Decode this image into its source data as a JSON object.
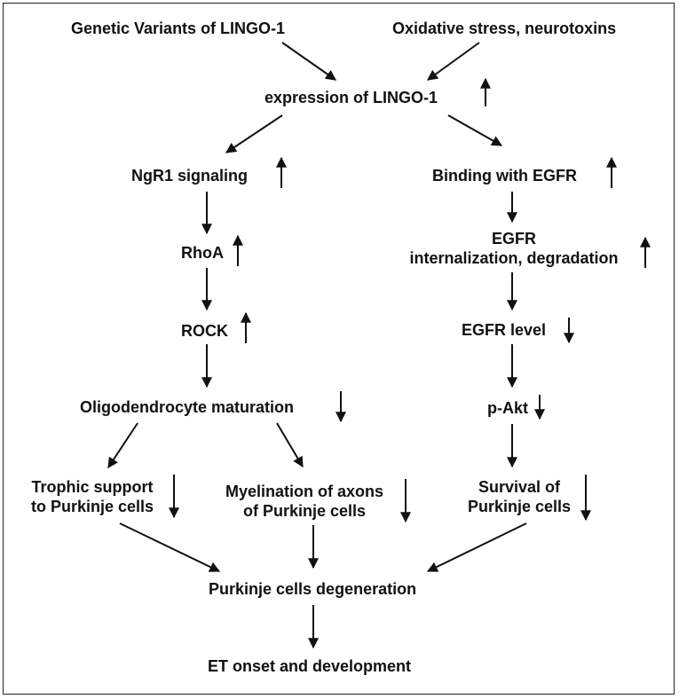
{
  "nodes": {
    "genetic_variants": "Genetic Variants of LINGO-1",
    "oxidative_stress": "Oxidative stress, neurotoxins",
    "expression": "expression of LINGO-1",
    "ngr1": "NgR1 signaling",
    "rhoa": "RhoA",
    "rock": "ROCK",
    "oligodendrocyte": "Oligodendrocyte maturation",
    "trophic_1": "Trophic support",
    "trophic_2": "to Purkinje cells",
    "myelination_1": "Myelination of axons",
    "myelination_2": "of Purkinje cells",
    "binding_egfr": "Binding with EGFR",
    "egfr_internal_1": "EGFR",
    "egfr_internal_2": "internalization, degradation",
    "egfr_level": "EGFR level",
    "pakt": "p-Akt",
    "survival_1": "Survival of",
    "survival_2": "Purkinje cells",
    "degeneration": "Purkinje cells degeneration",
    "et_onset": "ET onset and development"
  },
  "indicators": {
    "expression": "up",
    "ngr1": "up",
    "rhoa": "up",
    "rock": "up",
    "oligodendrocyte": "down",
    "trophic": "down",
    "myelination": "down",
    "binding_egfr": "up",
    "egfr_internal": "up",
    "egfr_level": "down",
    "pakt": "down",
    "survival": "down"
  },
  "colors": {
    "line": "#111111",
    "frame": "#222222"
  }
}
